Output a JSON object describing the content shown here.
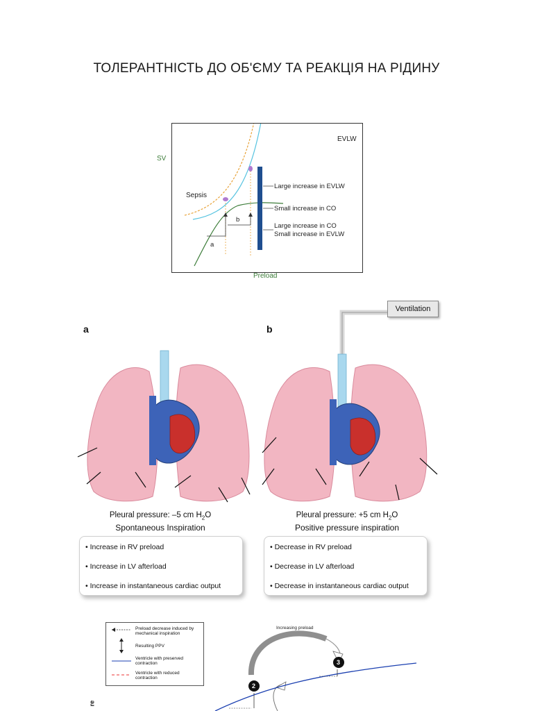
{
  "document": {
    "title": "ТОЛЕРАНТНІСТЬ ДО ОБ'ЄМУ ТА РЕАКЦІЯ НА РІДИНУ"
  },
  "figure1": {
    "label_evlw": "EVLW",
    "label_sv": "SV",
    "label_sepsis": "Sepsis",
    "label_large_evlw": "Large increase in EVLW",
    "label_small_co": "Small increase in CO",
    "label_large_co": "Large increase in CO",
    "label_small_evlw": "Small increase in EVLW",
    "label_a": "a",
    "label_b": "b",
    "label_preload": "Preload",
    "colors": {
      "green": "#3d7d3a",
      "cyan": "#55c3e0",
      "orange": "#e8a33a",
      "bar": "#1f4e8f",
      "marker": "#b07ad0"
    }
  },
  "figure2": {
    "panel_a_label": "a",
    "panel_b_label": "b",
    "ventilation_label": "Ventilation",
    "panel_a": {
      "pleural_prefix": "Pleural pressure: –5 cm H",
      "pleural_sub": "2",
      "pleural_suffix": "O",
      "respiration": "Spontaneous Inspiration",
      "items": [
        "• Increase in RV preload",
        "• Increase in LV afterload",
        "• Increase in instantaneous cardiac output"
      ]
    },
    "panel_b": {
      "pleural_prefix": "Pleural pressure: +5 cm H",
      "pleural_sub": "2",
      "pleural_suffix": "O",
      "respiration": "Positive pressure inspiration",
      "items": [
        "• Decrease in RV preload",
        "• Decrease in LV afterload",
        "• Decrease in instantaneous cardiac output"
      ]
    },
    "colors": {
      "lung": "#f2b6c2",
      "lung_edge": "#d98a9c",
      "vessel_blue": "#3d63b8",
      "heart_red": "#c9302c",
      "trachea": "#a9d8ee"
    }
  },
  "figure3": {
    "legend": {
      "item1": "Preload decrease induced by mechanical inspiration",
      "item2": "Resulting PPV",
      "item3": "Ventricle with preserved contraction",
      "item4": "Ventricle with reduced contraction"
    },
    "increasing_preload": "Increasing preload",
    "marker_2": "2",
    "marker_3": "3",
    "axis_fragment": "re",
    "colors": {
      "blue": "#1a3fb0",
      "red": "#e33"
    }
  }
}
